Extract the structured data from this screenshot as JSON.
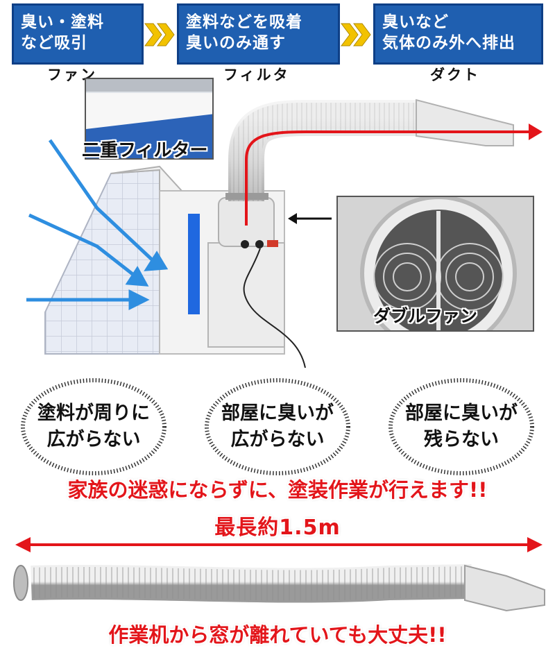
{
  "steps": [
    {
      "line1": "臭い・塗料",
      "line2": "など吸引",
      "label": "ファン"
    },
    {
      "line1": "塗料などを吸着",
      "line2": "臭いのみ通す",
      "label": "フィルタ"
    },
    {
      "line1": "臭いなど",
      "line2": "気体のみ外へ排出",
      "label": "ダクト"
    }
  ],
  "photos": {
    "filter_caption": "二重フィルター",
    "fan_caption": "ダブルファン"
  },
  "benefits": [
    {
      "line1": "塗料が周りに",
      "line2": "広がらない"
    },
    {
      "line1": "部屋に臭いが",
      "line2": "広がらない"
    },
    {
      "line1": "部屋に臭いが",
      "line2": "残らない"
    }
  ],
  "headline": "家族の迷惑にならずに、塗装作業が行えます!!",
  "length_label": "最長約1.5m",
  "footer": "作業机から窓が離れていても大丈夫!!",
  "colors": {
    "step_blue": "#1f5fb0",
    "chevron_yellow": "#f2c200",
    "arrow_blue": "#2e8ee0",
    "accent_red": "#e3151a"
  },
  "icons": [
    "chevron-icon",
    "flow-arrow-icon",
    "double-arrow-icon"
  ]
}
